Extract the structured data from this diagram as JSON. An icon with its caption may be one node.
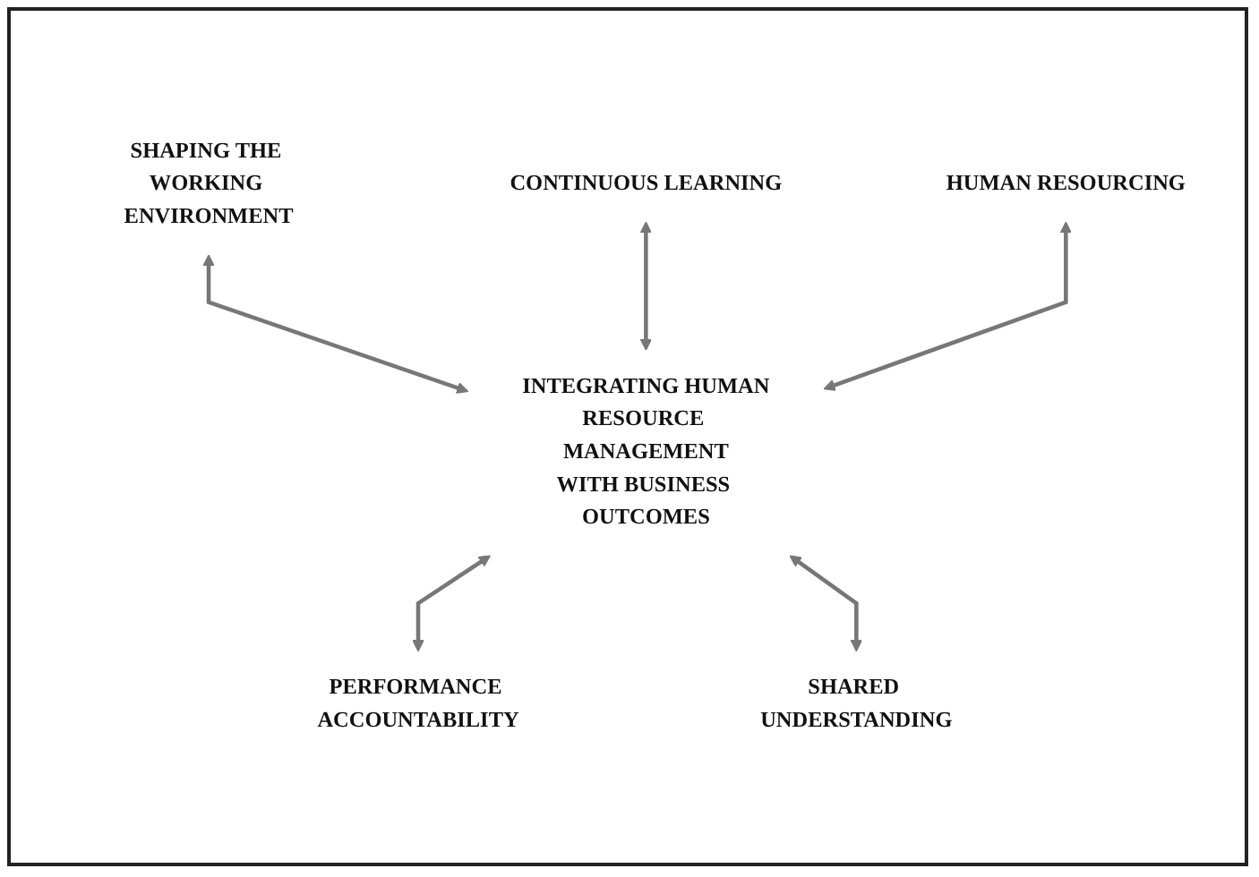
{
  "diagram": {
    "nodes": [
      {
        "text": [
          "SHAPING THE WORKING ENVIRONMENT"
        ]
      },
      {
        "text": [
          "CONTINUOUS LEARNING"
        ]
      },
      {
        "text": [
          "HUMAN RESOURCING"
        ]
      },
      {
        "text": [
          "INTEGRATING HUMAN RESOURCE MANAGEMENT WITH BUSINESS OUTCOMES"
        ]
      },
      {
        "text": [
          "PERFORMANCE ACCOUNTABILITY"
        ]
      },
      {
        "text": [
          "SHARED UNDERSTANDING"
        ]
      }
    ],
    "edges": [
      {
        "from": 0,
        "to": 3,
        "arrow": "both"
      },
      {
        "from": 1,
        "to": 3,
        "arrow": "both"
      },
      {
        "from": 2,
        "to": 3,
        "arrow": "both"
      },
      {
        "from": 3,
        "to": 4,
        "arrow": "both"
      },
      {
        "from": 3,
        "to": 5,
        "arrow": "both"
      }
    ]
  }
}
